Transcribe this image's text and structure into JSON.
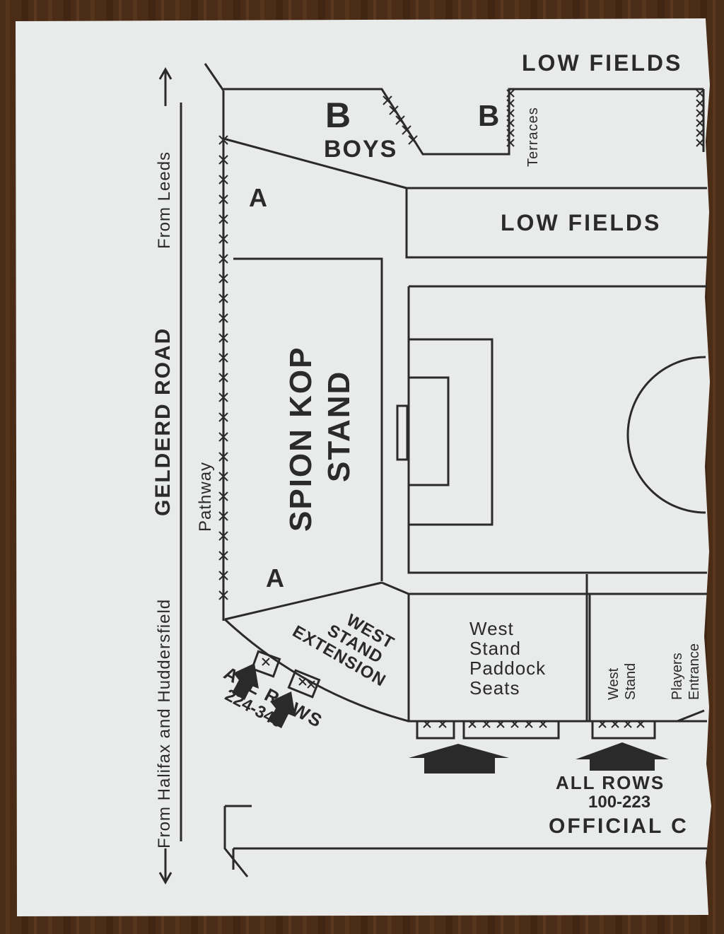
{
  "map": {
    "road": {
      "name": "GELDERD ROAD",
      "from_north": "From Leeds",
      "from_south": "From Halifax and Huddersfield"
    },
    "pathway": "Pathway",
    "areas": {
      "low_fields_top": "LOW FIELDS",
      "low_fields_mid": "LOW FIELDS",
      "b_boys_letter": "B",
      "boys": "BOYS",
      "b_terraces_letter": "B",
      "terraces": "Terraces",
      "a_upper": "A",
      "a_lower": "A",
      "spion_kop_line1": "SPION KOP",
      "spion_kop_line2": "STAND",
      "west_ext_line1": "WEST",
      "west_ext_line2": "STAND",
      "west_ext_line3": "EXTENSION",
      "paddock_line1": "West",
      "paddock_line2": "Stand",
      "paddock_line3": "Paddock",
      "paddock_line4": "Seats",
      "west_stand_line1": "West",
      "west_stand_line2": "Stand",
      "players_line1": "Players",
      "players_line2": "Entrance"
    },
    "entrances": {
      "kop_rows_line1": "ALL ROWS",
      "kop_rows_line2": "224-346",
      "west_rows_line1": "ALL ROWS",
      "west_rows_line2": "100-223",
      "official": "OFFICIAL C"
    },
    "colors": {
      "paper": "#e9ebea",
      "ink": "#2a2a2a",
      "background": "#4a2c17"
    }
  }
}
